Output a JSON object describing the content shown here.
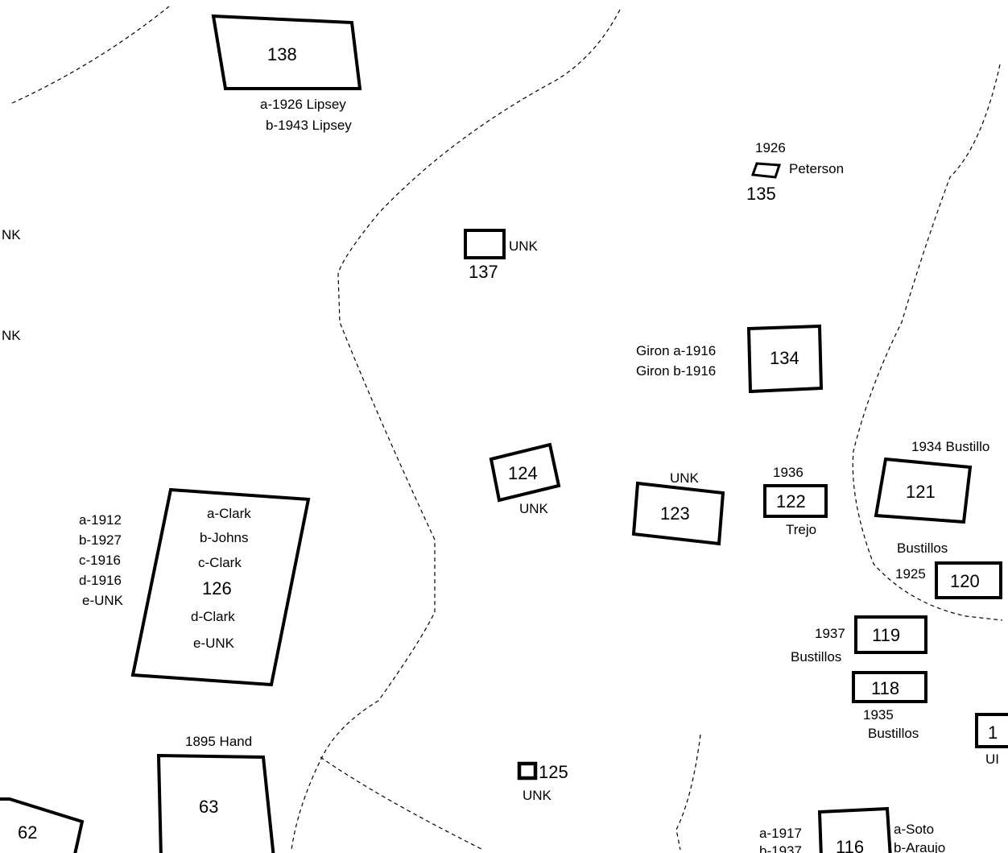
{
  "plots": [
    {
      "id": "138",
      "notes": [
        "a-1926  Lipsey",
        "b-1943  Lipsey"
      ]
    },
    {
      "id": "137",
      "notes": [
        "UNK"
      ]
    },
    {
      "id": "135",
      "notes": [
        "1926",
        "Peterson"
      ]
    },
    {
      "id": "134",
      "notes": [
        "Giron  a-1916",
        "Giron  b-1916"
      ]
    },
    {
      "id": "124",
      "notes": [
        "UNK"
      ]
    },
    {
      "id": "123",
      "notes": [
        "UNK"
      ]
    },
    {
      "id": "122",
      "notes": [
        "1936",
        "Trejo"
      ]
    },
    {
      "id": "121",
      "notes": [
        "1934 Bustillo"
      ]
    },
    {
      "id": "120",
      "notes": [
        "Bustillos",
        "1925"
      ]
    },
    {
      "id": "119",
      "notes": [
        "1937",
        "Bustillos"
      ]
    },
    {
      "id": "118",
      "notes": [
        "1935",
        "Bustillos"
      ]
    },
    {
      "id": "1",
      "notes": [
        "UI"
      ]
    },
    {
      "id": "126",
      "notes": [
        "a-1912",
        "b-1927",
        "c-1916",
        "d-1916",
        "e-UNK",
        "a-Clark",
        "b-Johns",
        "c-Clark",
        "d-Clark",
        "e-UNK"
      ]
    },
    {
      "id": "125",
      "notes": [
        "UNK"
      ]
    },
    {
      "id": "63",
      "notes": [
        "1895  Hand"
      ]
    },
    {
      "id": "62",
      "notes": []
    },
    {
      "id": "116",
      "notes": [
        "a-1917",
        "b-1937",
        "a-Soto",
        "b-Araujo"
      ]
    }
  ],
  "edge_labels": [
    "NK",
    "NK"
  ]
}
